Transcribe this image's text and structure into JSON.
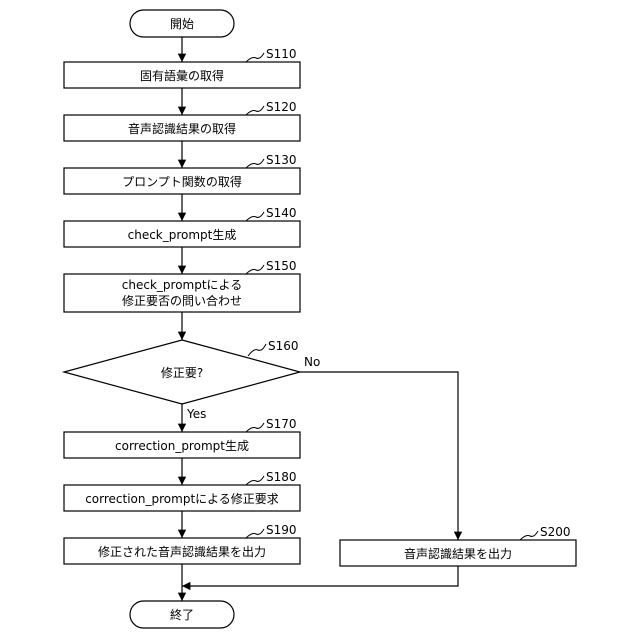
{
  "flow": {
    "start": "開始",
    "s110": {
      "step": "S110",
      "text": "固有語彙の取得"
    },
    "s120": {
      "step": "S120",
      "text": "音声認識結果の取得"
    },
    "s130": {
      "step": "S130",
      "text": "プロンプト関数の取得"
    },
    "s140": {
      "step": "S140",
      "text": "check_prompt生成"
    },
    "s150": {
      "step": "S150",
      "text_line1": "check_promptによる",
      "text_line2": "修正要否の問い合わせ"
    },
    "s160": {
      "step": "S160",
      "text": "修正要?",
      "yes": "Yes",
      "no": "No"
    },
    "s170": {
      "step": "S170",
      "text": "correction_prompt生成"
    },
    "s180": {
      "step": "S180",
      "text": "correction_promptによる修正要求"
    },
    "s190": {
      "step": "S190",
      "text": "修正された音声認識結果を出力"
    },
    "s200": {
      "step": "S200",
      "text": "音声認識結果を出力"
    },
    "end": "終了"
  }
}
